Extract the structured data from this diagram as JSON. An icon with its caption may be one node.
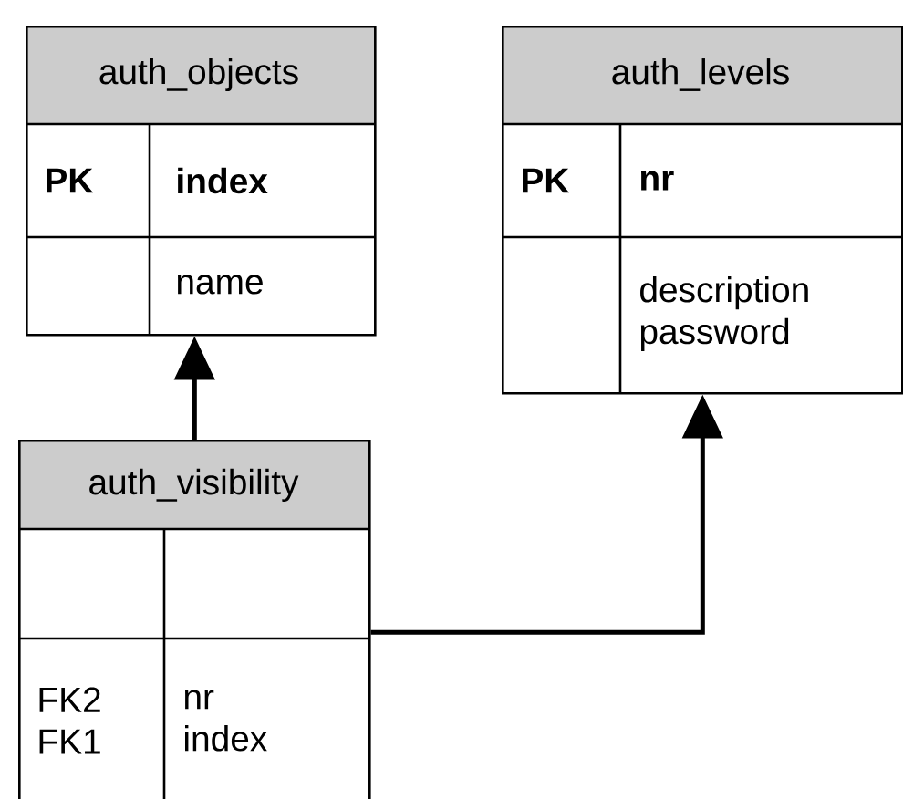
{
  "diagram": {
    "nodes": [
      {
        "text": [
          "auth_objects",
          "PK",
          "index",
          "name"
        ]
      },
      {
        "text": [
          "auth_levels",
          "PK",
          "nr",
          "description password"
        ]
      },
      {
        "text": [
          "auth_visibility",
          "FK2 FK1",
          "nr index"
        ]
      }
    ],
    "edges": [
      {
        "from": 2,
        "to": 0,
        "arrow": "to"
      },
      {
        "from": 2,
        "to": 1,
        "arrow": "to"
      }
    ]
  }
}
